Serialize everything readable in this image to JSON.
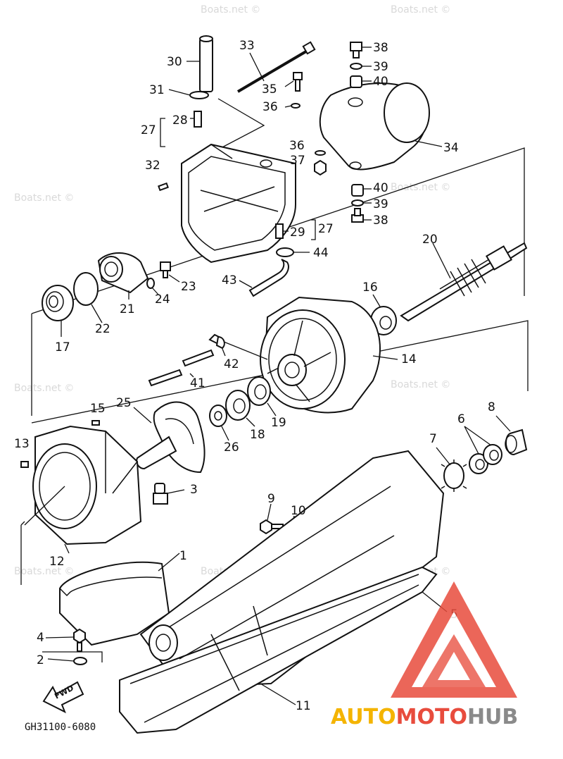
{
  "diagram": {
    "part_numbers": [
      "1",
      "2",
      "3",
      "4",
      "5",
      "6",
      "7",
      "8",
      "9",
      "10",
      "11",
      "12",
      "13",
      "14",
      "15",
      "16",
      "17",
      "18",
      "19",
      "20",
      "21",
      "22",
      "23",
      "24",
      "25",
      "26",
      "27",
      "28",
      "29",
      "30",
      "31",
      "32",
      "33",
      "34",
      "35",
      "36",
      "37",
      "38",
      "39",
      "40",
      "41",
      "42",
      "43",
      "44"
    ],
    "watermark": "Boats.net ©",
    "fwd_label": "FWD",
    "drawing_code": "GH31100-6080"
  },
  "logo": {
    "part1": "AUTO",
    "part2": "MOTO",
    "part3": "HUB"
  },
  "colors": {
    "logo_yellow": "#f4b400",
    "logo_red": "#e84c3d",
    "logo_gray": "#8a8a8a"
  }
}
